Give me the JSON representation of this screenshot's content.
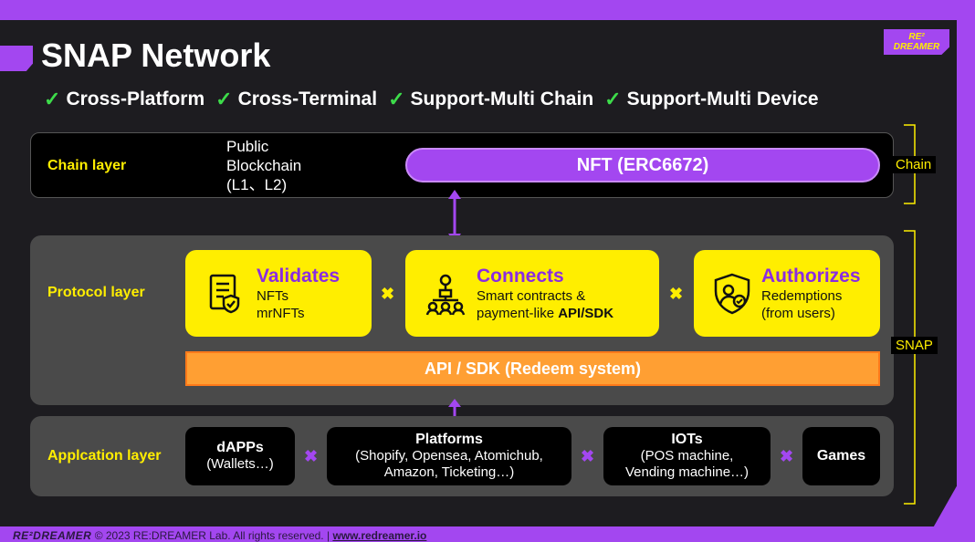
{
  "title": "SNAP Network",
  "logo": [
    "RE²",
    "DREAMER"
  ],
  "features": [
    "Cross-Platform",
    "Cross-Terminal",
    "Support-Multi Chain",
    "Support-Multi Device"
  ],
  "check_glyph": "✓",
  "chain_layer": {
    "label": "Chain layer",
    "public_lines": [
      "Public",
      "Blockchain",
      "(L1、L2)"
    ],
    "nft": "NFT (ERC6672)"
  },
  "protocol_layer": {
    "label": "Protocol layer",
    "cards": [
      {
        "head": "Validates",
        "lines": [
          "NFTs",
          "mrNFTs"
        ],
        "icon": "document-check-icon"
      },
      {
        "head": "Connects",
        "line1": "Smart contracts &",
        "line2_pre": "payment-like ",
        "line2_bold": "API/SDK",
        "icon": "network-nodes-icon"
      },
      {
        "head": "Authorizes",
        "lines": [
          "Redemptions",
          "(from users)"
        ],
        "icon": "shield-user-icon"
      }
    ],
    "api_bar": "API / SDK  (Redeem system)"
  },
  "application_layer": {
    "label": "Applcation layer",
    "cards": [
      {
        "head": "dAPPs",
        "lines": [
          "(Wallets…)"
        ]
      },
      {
        "head": "Platforms",
        "lines": [
          "(Shopify, Opensea, Atomichub,",
          "Amazon, Ticketing…)"
        ]
      },
      {
        "head": "IOTs",
        "lines": [
          "(POS machine,",
          "Vending machine…)"
        ]
      },
      {
        "head": "Games",
        "lines": []
      }
    ]
  },
  "x_glyph": "✖",
  "side_labels": {
    "chain": "Chain",
    "snap": "SNAP"
  },
  "footer": {
    "brand": "RE²DREAMER",
    "copyright": "© 2023 RE:DREAMER Lab. All rights reserved. |",
    "link": "www.redreamer.io"
  },
  "colors": {
    "purple": "#a347f0",
    "yellow": "#ffee00",
    "orange": "#ff9f33",
    "green": "#3ddc4a",
    "dark": "#1d1c20"
  }
}
